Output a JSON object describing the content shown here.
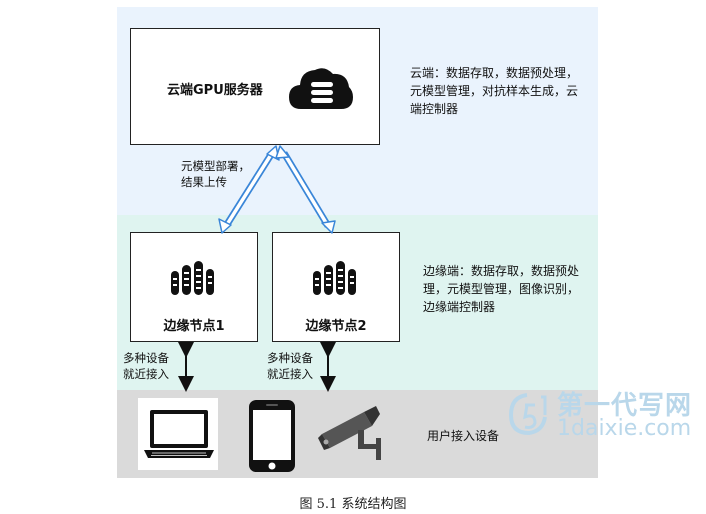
{
  "cloud": {
    "server_title": "云端GPU服务器",
    "description": "云端：数据存取，数据预处理，元模型管理，对抗样本生成，云端控制器",
    "link_label_line1": "元模型部署，",
    "link_label_line2": "结果上传"
  },
  "edge": {
    "node1_title": "边缘节点1",
    "node2_title": "边缘节点2",
    "description": "边缘端：数据存取，数据预处理，元模型管理，图像识别，边缘端控制器",
    "access_label_line1": "多种设备",
    "access_label_line2": "就近接入"
  },
  "user": {
    "label": "用户接入设备"
  },
  "caption": "图 5.1    系统结构图",
  "watermark": {
    "cn": "第一代写网",
    "en": "1daixie.com"
  },
  "colors": {
    "cloud_band": "#eaf3fd",
    "edge_band": "#dff4f0",
    "user_band": "#dadada",
    "arrow_blue": "#3a86d8"
  }
}
